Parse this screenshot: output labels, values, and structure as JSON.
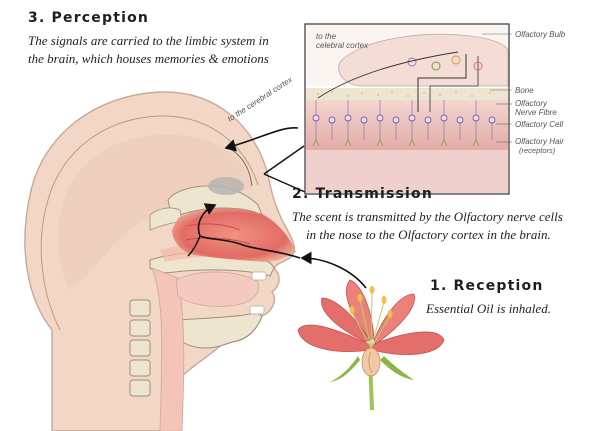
{
  "perception": {
    "title": "3. Perception",
    "line1": "The signals are carried to the limbic system in",
    "line2": "the brain, which houses memories & emotions"
  },
  "transmission": {
    "title": "2. Transmission",
    "line1": "The scent is transmitted by the Olfactory nerve cells",
    "line2": "in the nose to the Olfactory cortex in the brain."
  },
  "reception": {
    "title": "1. Reception",
    "line1": "Essential Oil is inhaled."
  },
  "labels": {
    "inset_cortex_line1": "to the",
    "inset_cortex_line2": "celebral cortex",
    "head_cortex": "to the cerebral cortex",
    "olfactory_bulb": "Olfactory Bulb",
    "bone": "Bone",
    "nerve_fibre_line1": "Olfactory",
    "nerve_fibre_line2": "Nerve Fibre",
    "olfactory_cell": "Olfactory Cell",
    "olfactory_hair_line1": "Olfactory Hair",
    "olfactory_hair_line2": "(receptors)"
  },
  "colors": {
    "skin": "#f2d7c6",
    "nasal_red": "#e0605a",
    "bone": "#ede5cf",
    "petal": "#e46f6a",
    "stem": "#9dc35a"
  }
}
